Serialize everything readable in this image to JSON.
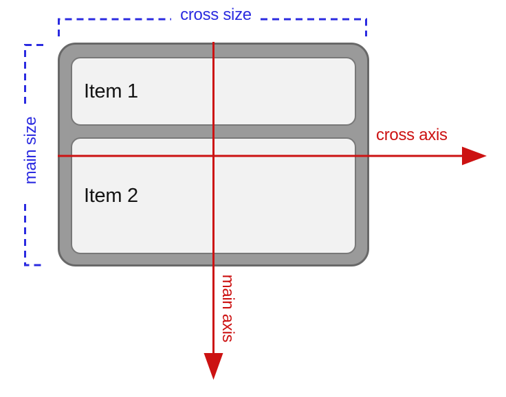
{
  "diagram": {
    "title_semantic": "flexbox column main/cross axis diagram",
    "container": {
      "items": [
        {
          "label": "Item 1"
        },
        {
          "label": "Item 2"
        }
      ]
    },
    "labels": {
      "cross_size": "cross size",
      "main_size": "main size",
      "cross_axis": "cross axis",
      "main_axis": "main axis"
    },
    "colors": {
      "axis_red": "#cc1212",
      "size_blue": "#2b2be0",
      "container_fill": "#9a9a9a",
      "container_border": "#686868",
      "item_fill": "#f2f2f2",
      "item_border": "#787878",
      "item_text": "#141414",
      "background": "#ffffff"
    }
  }
}
